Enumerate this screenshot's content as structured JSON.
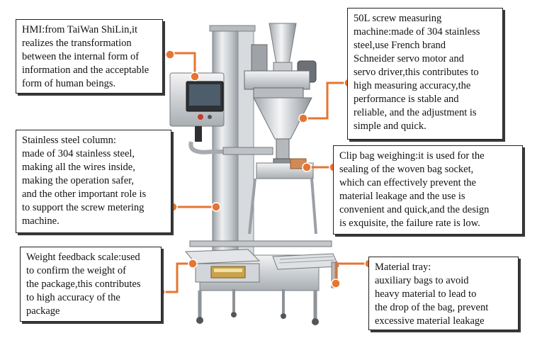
{
  "colors": {
    "connector": "#e57532",
    "steel": "#c9ccd0",
    "dark": "#3d4046",
    "scale_gold": "#c9a24a"
  },
  "callouts": {
    "hmi": "HMI:from TaiWan ShiLin,it\nrealizes the transformation\nbetween the internal form of\ninformation and the acceptable\nform of human beings.",
    "screw": "50L screw measuring\nmachine:made of 304 stainless\nsteel,use French brand\nSchneider servo motor and\nservo driver,this contributes to\nhigh measuring accuracy,the\nperformance is stable and\nreliable, and the adjustment is\nsimple and quick.",
    "column": "Stainless steel column:\nmade of 304 stainless steel,\nmaking all the wires inside,\nmaking the operation safer,\nand the other important role is\nto support the screw metering\nmachine.",
    "clip": "Clip bag weighing:it is used for the\nsealing of the woven bag socket,\nwhich can effectively prevent the\nmaterial leakage and the use is\nconvenient and quick,and the design\nis exquisite, the failure rate is low.",
    "scale": "Weight feedback scale:used\nto confirm the weight of\nthe package,this contributes\nto high accuracy of the\npackage",
    "tray": "Material tray:\nauxiliary bags to avoid\nheavy material to lead to\nthe drop of the bag, prevent\nexcessive material leakage"
  }
}
